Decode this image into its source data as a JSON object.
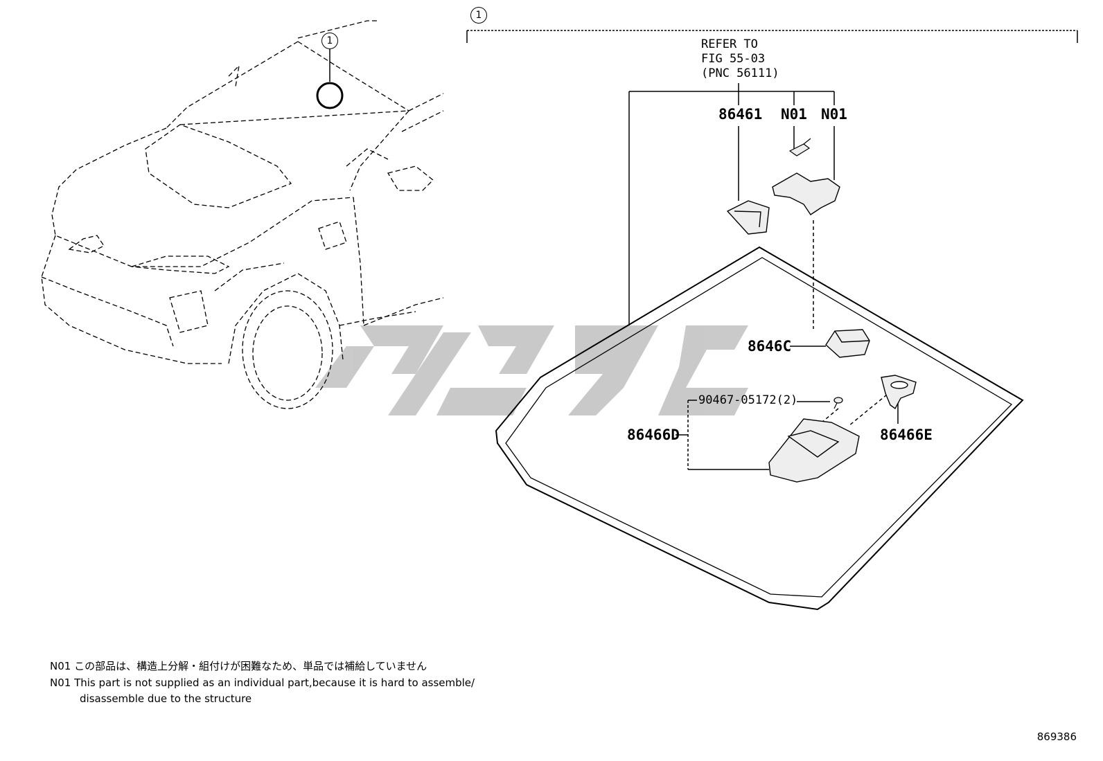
{
  "callout_marker": "1",
  "refer": {
    "line1": "REFER TO",
    "line2": "FIG 55-03",
    "line3": "(PNC 56111)"
  },
  "parts": {
    "p86461": "86461",
    "n01_a": "N01",
    "n01_b": "N01",
    "p8646c": "8646C",
    "p90467": "90467-05172(2)",
    "p86466d": "86466D",
    "p86466e": "86466E"
  },
  "notes": {
    "jp": "N01 この部品は、構造上分解・組付けが困難なため、単品では補給していません",
    "en_line1": "N01 This part is not supplied as an individual part,because it is hard to assemble/",
    "en_line2": "disassemble due to the structure"
  },
  "figure_number": "869386",
  "colors": {
    "line": "#000000",
    "watermark": "#c4c4c4",
    "part_fill": "#eeeeee"
  }
}
